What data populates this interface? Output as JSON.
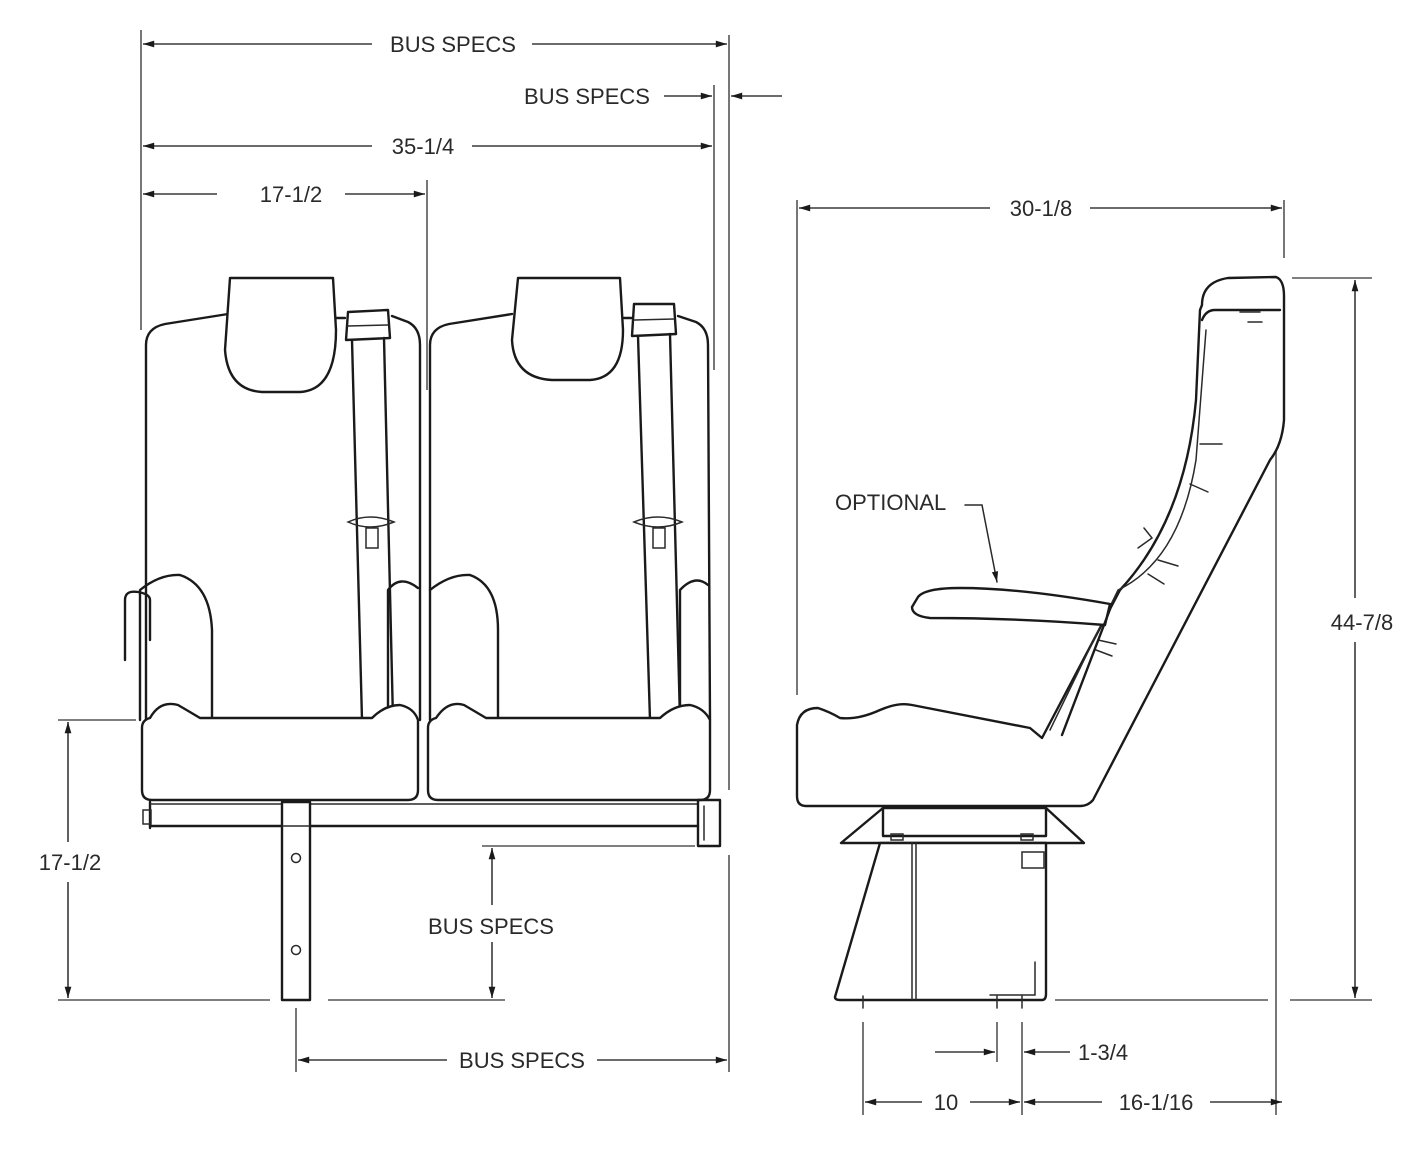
{
  "diagram": {
    "type": "technical-drawing",
    "subject": "Double bus passenger seat with seatbelts — front view and side view",
    "units": "inches",
    "front_view": {
      "dimensions": {
        "overall_width": "BUS SPECS",
        "wall_gap": "BUS SPECS",
        "seat_pair_width": "35-1/4",
        "single_seat_width": "17-1/2",
        "seat_height": "17-1/2",
        "rail_height": "BUS SPECS",
        "leg_to_wall": "BUS SPECS"
      }
    },
    "side_view": {
      "callout_optional": "OPTIONAL",
      "dimensions": {
        "overall_depth": "30-1/8",
        "overall_height": "44-7/8",
        "base_offset": "1-3/4",
        "front_to_base": "10",
        "base_to_back": "16-1/16"
      }
    }
  }
}
